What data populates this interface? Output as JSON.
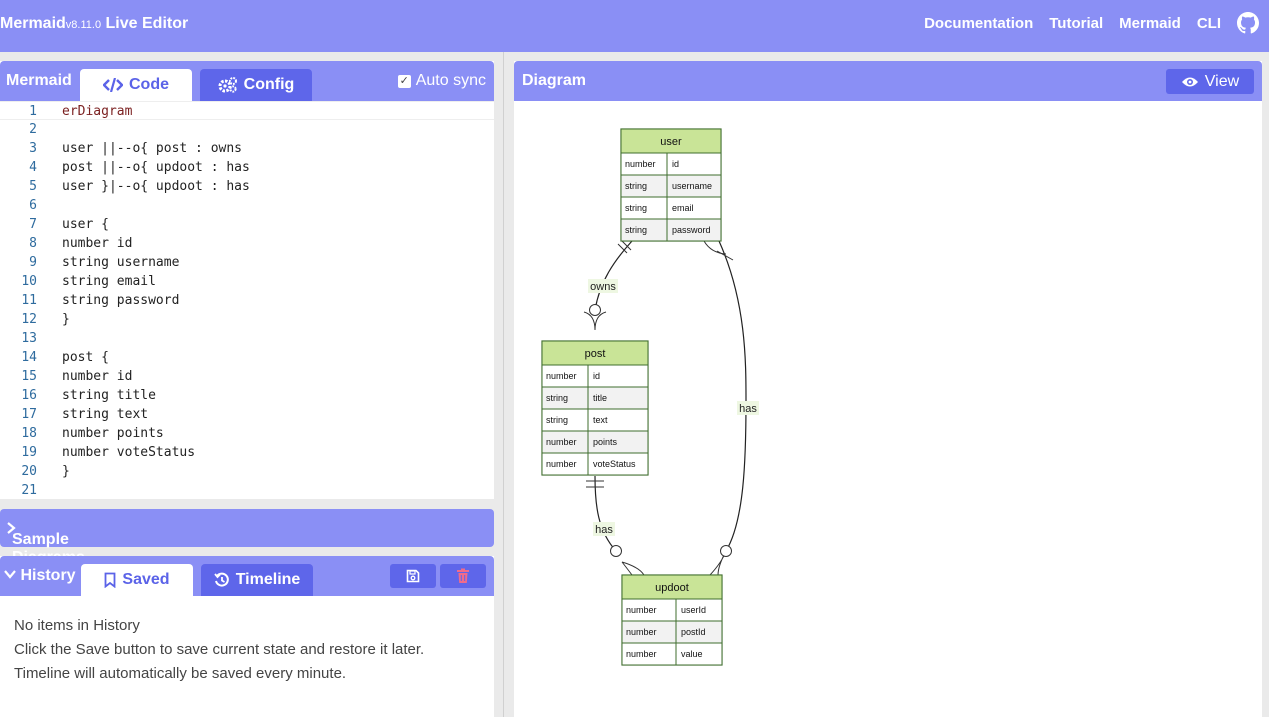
{
  "app": {
    "brand": "Mermaid",
    "version": "v8.11.0",
    "brand_suffix": "Live Editor"
  },
  "nav": {
    "items": [
      "Documentation",
      "Tutorial",
      "Mermaid",
      "CLI"
    ],
    "github_icon": "github-icon"
  },
  "editor": {
    "title": "Mermaid",
    "tabs": [
      {
        "label": "Code",
        "icon": "code-icon"
      },
      {
        "label": "Config",
        "icon": "gears-icon"
      }
    ],
    "active_tab": "Code",
    "auto_sync_label": "Auto sync",
    "auto_sync_checked": true,
    "lines": [
      "erDiagram",
      "",
      "user ||--o{ post : owns",
      "post ||--o{ updoot : has",
      "user }|--o{ updoot : has",
      "",
      "user {",
      "number id",
      "string username",
      "string email",
      "string password",
      "}",
      "",
      "post {",
      "number id",
      "string title",
      "string text",
      "number points",
      "number voteStatus",
      "}",
      ""
    ]
  },
  "samples": {
    "label": "Sample Diagrams"
  },
  "history": {
    "title": "History",
    "tabs": [
      {
        "label": "Saved",
        "icon": "bookmark-icon"
      },
      {
        "label": "Timeline",
        "icon": "history-icon"
      }
    ],
    "active_tab": "Saved",
    "save_icon": "save-icon",
    "delete_icon": "trash-icon",
    "empty_title": "No items in History",
    "hint1": "Click the Save button to save current state and restore it later.",
    "hint2": "Timeline will automatically be saved every minute."
  },
  "diagram": {
    "title": "Diagram",
    "view_label": "View",
    "entities": [
      {
        "name": "user",
        "attributes": [
          [
            "number",
            "id"
          ],
          [
            "string",
            "username"
          ],
          [
            "string",
            "email"
          ],
          [
            "string",
            "password"
          ]
        ]
      },
      {
        "name": "post",
        "attributes": [
          [
            "number",
            "id"
          ],
          [
            "string",
            "title"
          ],
          [
            "string",
            "text"
          ],
          [
            "number",
            "points"
          ],
          [
            "number",
            "voteStatus"
          ]
        ]
      },
      {
        "name": "updoot",
        "attributes": [
          [
            "number",
            "userId"
          ],
          [
            "number",
            "postId"
          ],
          [
            "number",
            "value"
          ]
        ]
      }
    ],
    "relationships": [
      {
        "from": "user",
        "to": "post",
        "label": "owns"
      },
      {
        "from": "post",
        "to": "updoot",
        "label": "has"
      },
      {
        "from": "user",
        "to": "updoot",
        "label": "has"
      }
    ]
  },
  "colors": {
    "accent": "#8a8ff5",
    "accent_dark": "#5e66ea",
    "entity_header": "#c9e497",
    "entity_border": "#3f6e2e",
    "delete": "#f06b8a"
  }
}
